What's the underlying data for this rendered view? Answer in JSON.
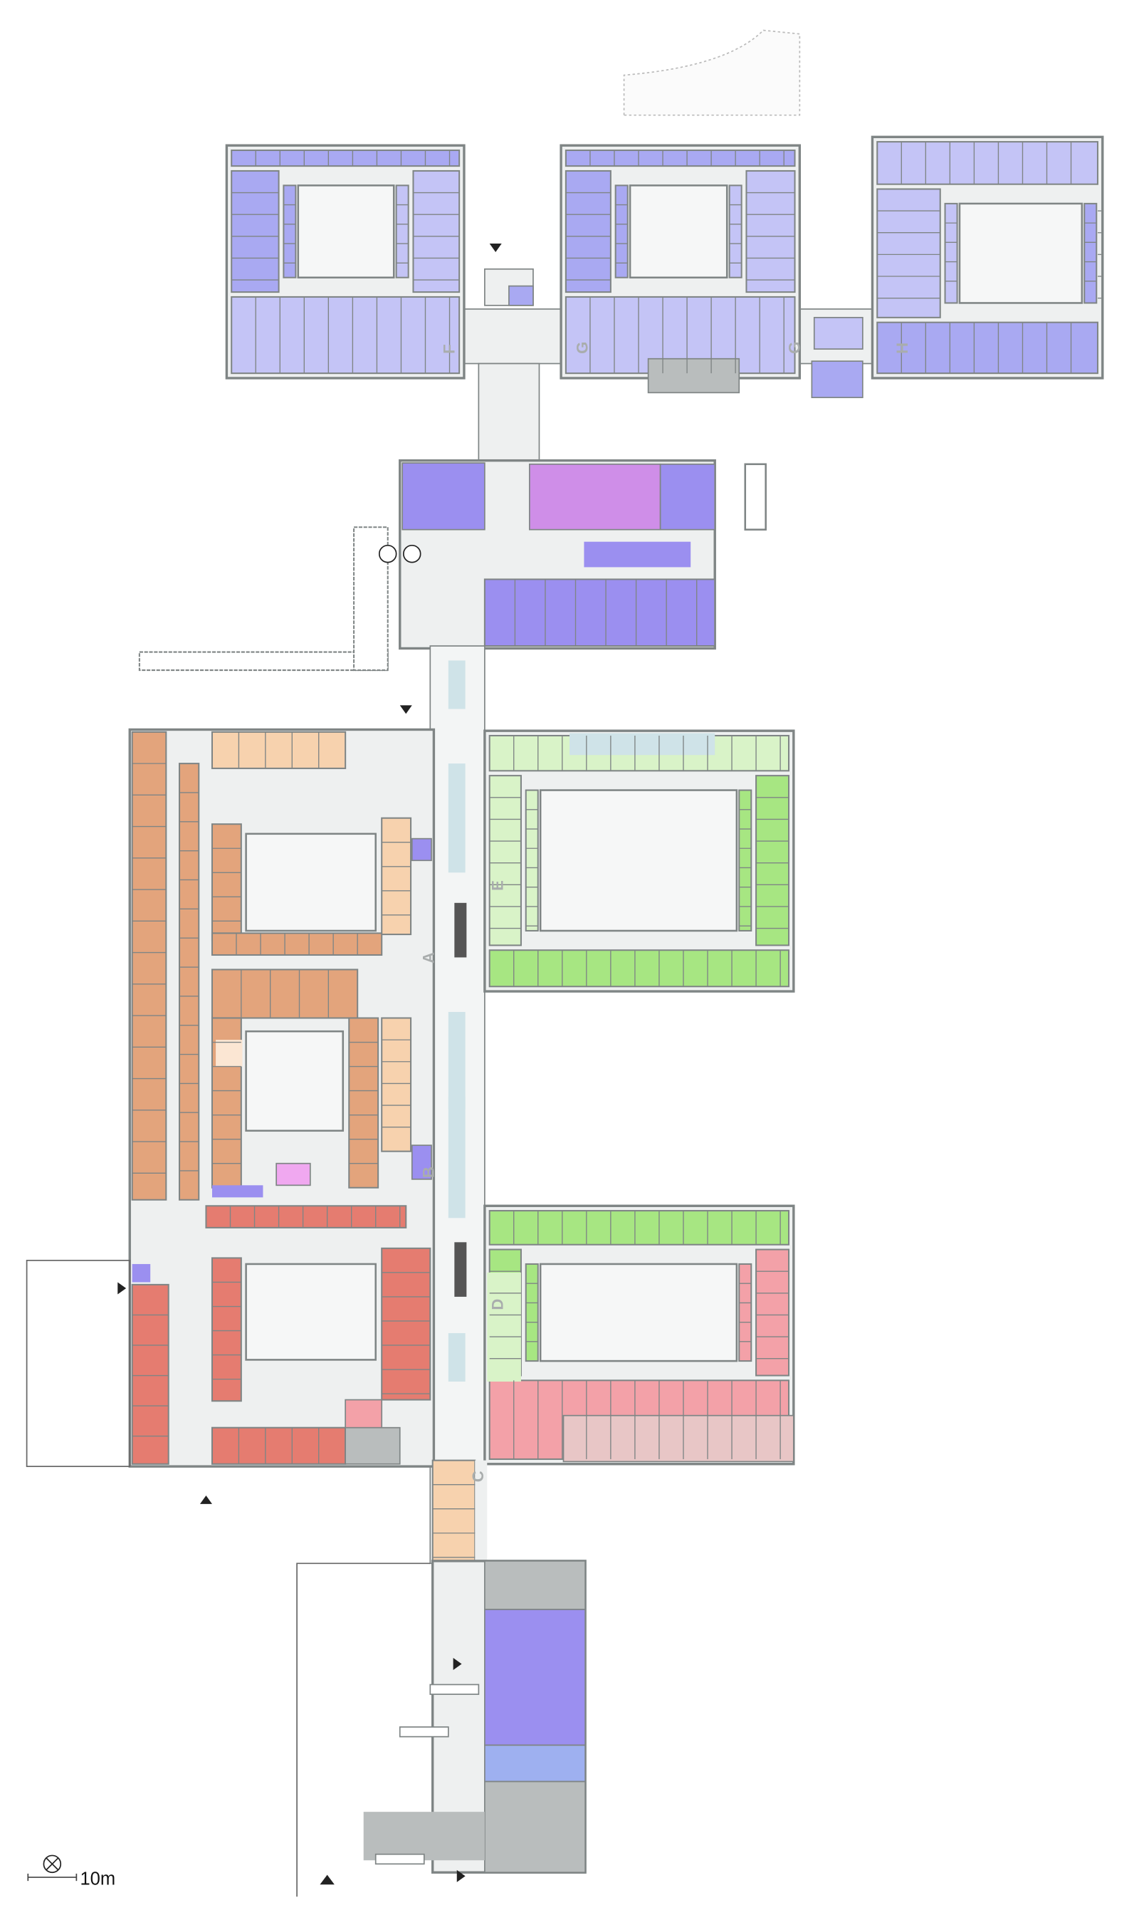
{
  "colors": {
    "wall": "#7f8585",
    "corridor": "#eef0f0",
    "courtyard": "#f6f7f7",
    "lavender": "#a9a9f2",
    "lavender_light": "#c4c4f6",
    "purple": "#9b8ff0",
    "magenta": "#cf8ee8",
    "orange": "#e3a47c",
    "peach": "#f7d2ae",
    "peach_light": "#fbe6d3",
    "red": "#e57c70",
    "pink": "#f3a1a8",
    "green": "#a7e682",
    "green_light": "#d9f3c8",
    "lightblue": "#cfe3e8",
    "gray": "#b9bdbd",
    "blue": "#9eb0f0"
  },
  "corridor_labels": [
    "F",
    "G",
    "G",
    "H",
    "E",
    "A",
    "B",
    "D",
    "C"
  ],
  "scale_bar": {
    "label": "10m",
    "icon": "north-symbol-circled-x"
  },
  "entrance_icon": "triangle-entrance-marker"
}
